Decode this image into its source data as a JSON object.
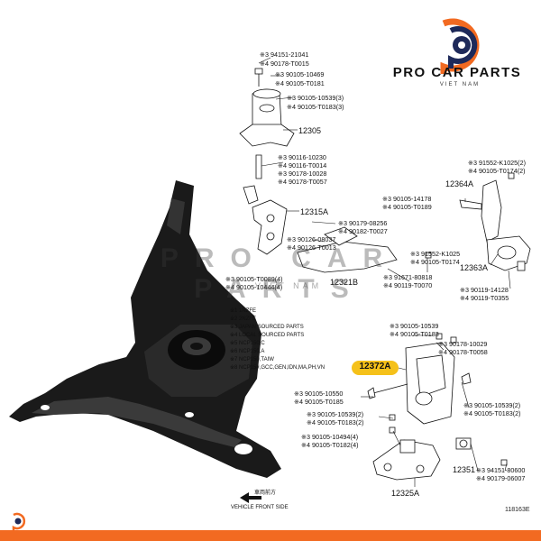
{
  "brand": {
    "name": "PRO CAR PARTS",
    "tagline": "VIET NAM",
    "colors": {
      "accent": "#f26a21",
      "navy": "#1e2a5a",
      "highlight": "#f5c11a"
    }
  },
  "watermark": {
    "text": "PRO CAR PARTS",
    "sub": "VIET NAM"
  },
  "labels": {
    "l1": "※3 94151-21041",
    "l2": "※4 90178-T0015",
    "l3": "※3 90105-10469",
    "l4": "※4 90105-T0181",
    "l5": "※3 90105-10539(3)",
    "l6": "※4 90105-T0183(3)",
    "l7": "※3 90116-10230",
    "l8": "※4 90116-T0014",
    "l9": "※3 90178-10028",
    "l10": "※4 90178-T0057",
    "l11": "※3 90179-08256",
    "l12": "※4 90182-T0027",
    "l13": "※3 90126-08037",
    "l14": "※4 90126-T0013",
    "l15": "※3 90105-14178",
    "l16": "※4 90105-T0189",
    "l17": "※3 91552-K1025(2)",
    "l18": "※4 90105-T0174(2)",
    "l19": "※3 91552-K1025",
    "l20": "※4 90105-T0174",
    "l21": "※3 91671-80818",
    "l22": "※4 90119-T0070",
    "l23": "※3 90119-14128",
    "l24": "※4 90119-T0355",
    "l25": "※3 90105-T0089(4)",
    "l26": "※4 90105-10444(4)",
    "l27": "※3 90105-10539",
    "l28": "※4 90105-T0183",
    "l29": "※3 90178-10029",
    "l30": "※4 90178-T0058",
    "l31": "※3 90105-10550",
    "l32": "※4 90105-T0185",
    "l33": "※3 90105-10539(2)",
    "l34": "※4 90105-T0183(2)",
    "l35": "※3 90105-10539(2)",
    "l36": "※4 90105-T0183(2)",
    "l37": "※3 90105-10494(4)",
    "l38": "※4 90105-T0182(4)",
    "l39": "※3 94151-80600",
    "l40": "※4 90179-06007"
  },
  "part_numbers": {
    "p12305": "12305",
    "p12315A": "12315A",
    "p12364A": "12364A",
    "p12363A": "12363A",
    "p12321B": "12321B",
    "p12372A": "12372A",
    "p12351": "12351",
    "p12325A": "12325A"
  },
  "notes": {
    "n1": "※1 1NZFE",
    "n2": "※2 2NZFE",
    "n3": "※3 JAPAN SOURCED PARTS",
    "n4": "※4 LOCAL SOURCED PARTS",
    "n5": "※5 NCP150,C",
    "n6": "※6 NCP150,A",
    "n7": "※7 NCP150,TAIW",
    "n8": "※8 NCP15#,GCC,GEN,IDN,MA,PH,VN"
  },
  "orientation": {
    "label": "車両前方",
    "text": "VEHICLE FRONT SIDE"
  },
  "figure_id": "118163E"
}
